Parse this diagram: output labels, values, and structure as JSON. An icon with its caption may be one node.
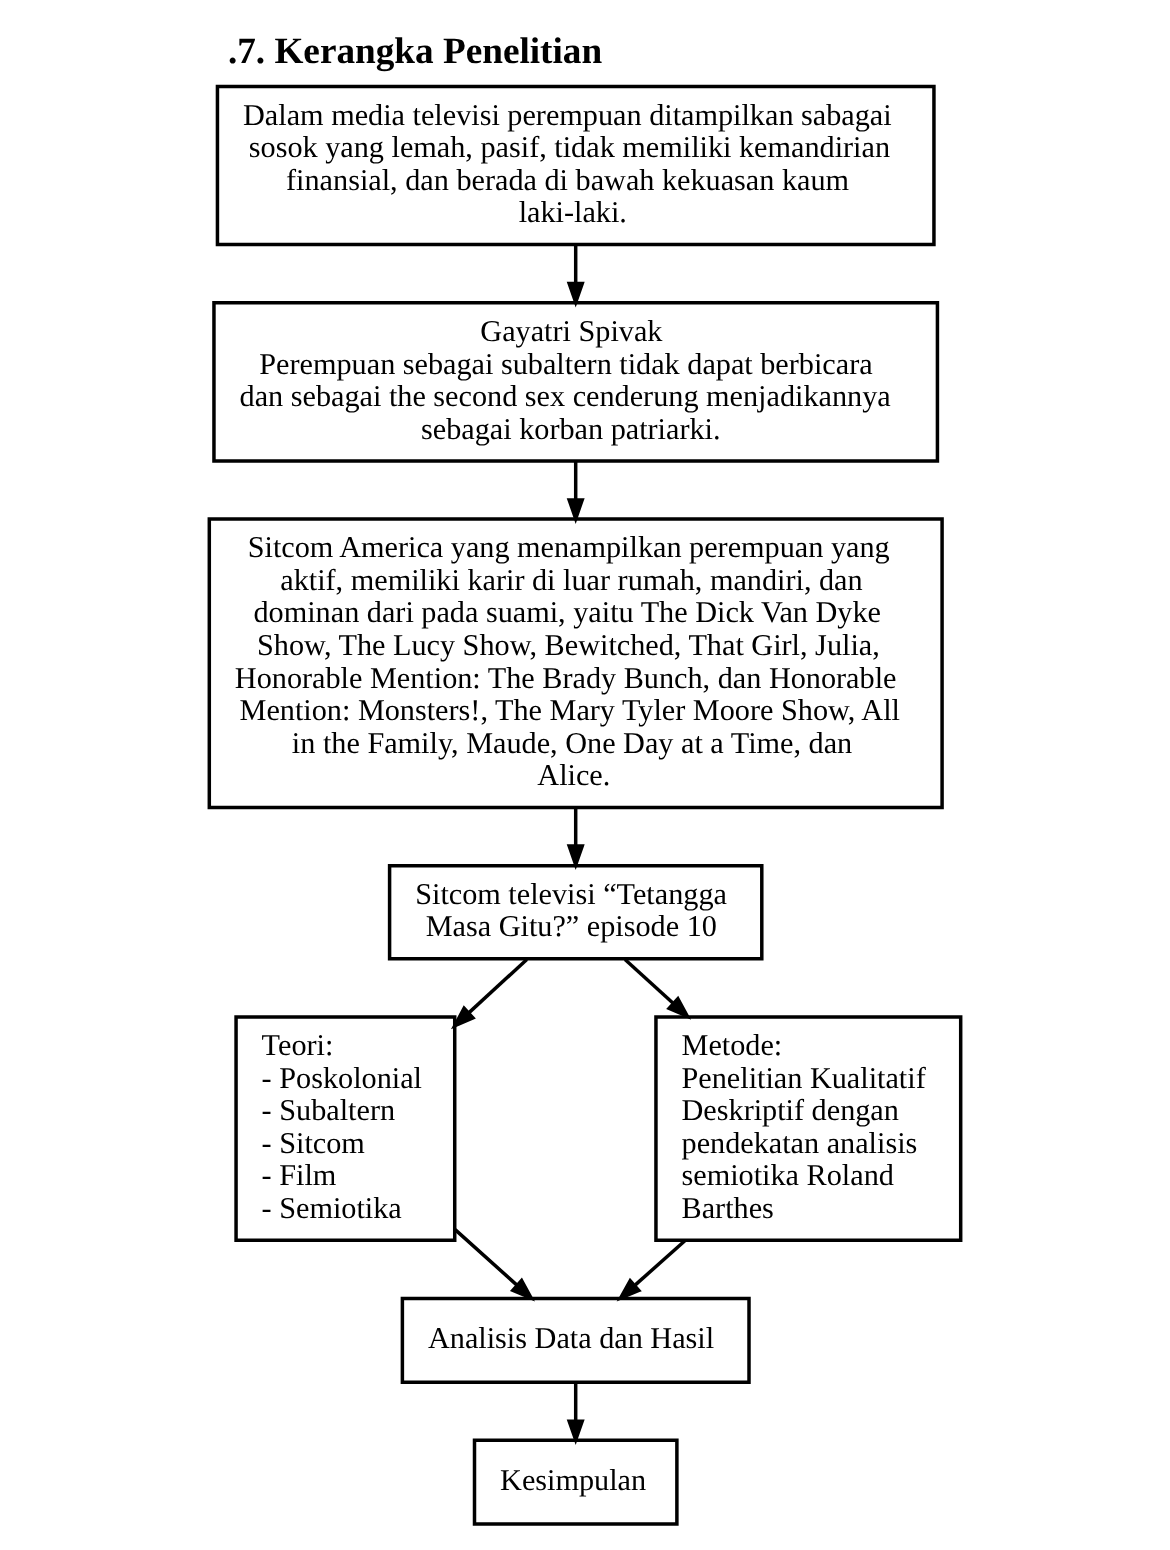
{
  "diagram": {
    "title": ".7. Kerangka Penelitian",
    "nodes": [
      {
        "text": [
          "Dalam media televisi perempuan ditampilkan sabagai sosok yang lemah, pasif, tidak memiliki kemandirian finansial, dan berada di bawah kekuasan kaum laki-laki."
        ]
      },
      {
        "text": [
          "Gayatri Spivak",
          "Perempuan sebagai subaltern tidak dapat berbicara dan sebagai the second sex cenderung menjadikannya sebagai korban patriarki."
        ]
      },
      {
        "text": [
          "Sitcom America yang menampilkan perempuan yang aktif, memiliki karir di luar rumah, mandiri, dan dominan dari pada suami, yaitu The Dick Van Dyke Show, The Lucy Show, Bewitched, That Girl, Julia, Honorable Mention: The Brady Bunch, dan Honorable Mention: Monsters!, The Mary Tyler Moore Show, All in the Family, Maude, One Day at a Time, dan Alice."
        ]
      },
      {
        "text": [
          "Sitcom televisi “Tetangga Masa Gitu?” episode 10"
        ]
      },
      {
        "text": [
          "Teori:",
          "- Poskolonial",
          "- Subaltern",
          "- Sitcom",
          "- Film",
          "- Semiotika"
        ]
      },
      {
        "text": [
          "Metode:",
          "Penelitian Kualitatif Deskriptif dengan pendekatan analisis semiotika Roland Barthes"
        ]
      },
      {
        "text": [
          "Analisis Data dan Hasil"
        ]
      },
      {
        "text": [
          "Kesimpulan"
        ]
      }
    ],
    "edges": [
      {
        "from": 0,
        "to": 1,
        "arrow": "to"
      },
      {
        "from": 1,
        "to": 2,
        "arrow": "to"
      },
      {
        "from": 2,
        "to": 3,
        "arrow": "to"
      },
      {
        "from": 3,
        "to": 4,
        "arrow": "to"
      },
      {
        "from": 3,
        "to": 5,
        "arrow": "to"
      },
      {
        "from": 4,
        "to": 6,
        "arrow": "to"
      },
      {
        "from": 5,
        "to": 6,
        "arrow": "to"
      },
      {
        "from": 6,
        "to": 7,
        "arrow": "to"
      }
    ]
  }
}
